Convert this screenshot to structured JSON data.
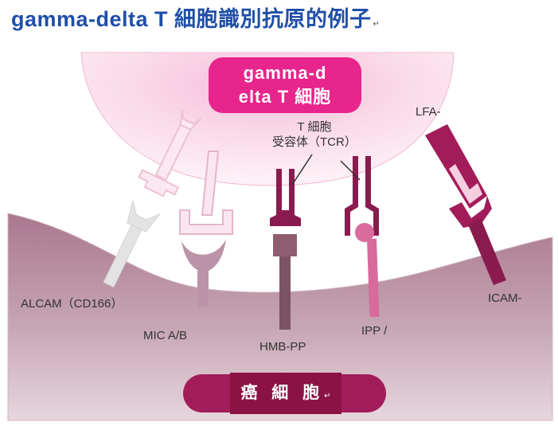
{
  "title": "gamma-delta T 細胞識別抗原的例子",
  "title_mark": "↵",
  "t_cell": {
    "label_line1": "gamma-d",
    "label_line2": "elta T 細胞"
  },
  "tcr": {
    "line1": "T 細胞",
    "line2": "受容体（TCR）"
  },
  "lfa_label": "LFA-",
  "icam_label": "ICAM-",
  "alcam_label": "ALCAM（CD166）",
  "mic_label": "MIC A/B",
  "hmb_label": "HMB-PP",
  "ipp_label": "IPP /",
  "cancer_cell": {
    "label": "癌 細 胞",
    "mark": "↵"
  },
  "colors": {
    "title": "#1f4fa8",
    "t_cell_label_bg": "#e8258c",
    "cancer_cell_bg": "#a31c5a",
    "cancer_label_bg": "#8a1343",
    "receptor_dark": "#8a1b4e",
    "receptor_pink": "#d86a9c",
    "receptor_light": "#f1cfdf"
  }
}
